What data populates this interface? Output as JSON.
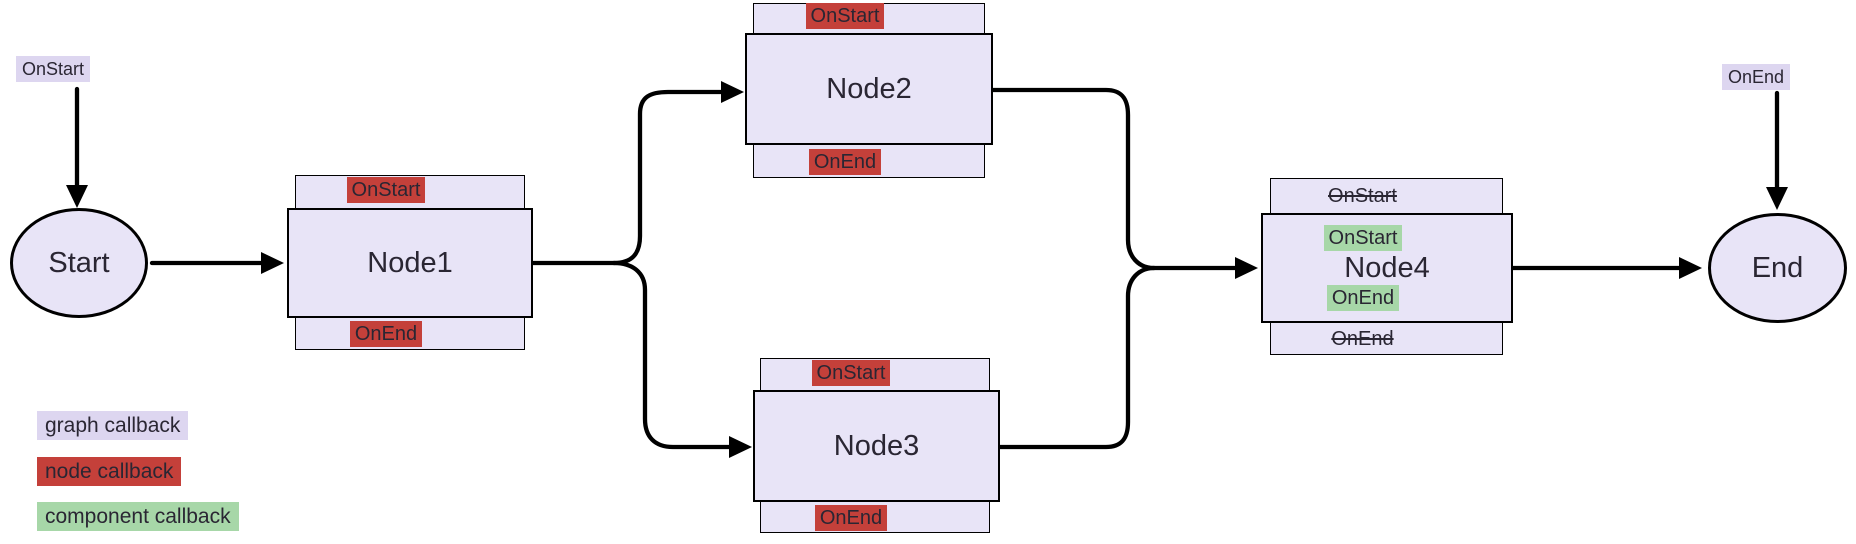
{
  "colors": {
    "node_fill": "#E8E4F7",
    "graph_cb": "#DDD6F0",
    "node_cb": "#C4403A",
    "component_cb": "#A7D7A8",
    "stroke": "#000000",
    "text": "#2A2633"
  },
  "graph_callbacks": {
    "on_start": "OnStart",
    "on_end": "OnEnd"
  },
  "terminals": {
    "start": "Start",
    "end": "End"
  },
  "nodes": {
    "node1": {
      "title": "Node1",
      "on_start": "OnStart",
      "on_end": "OnEnd"
    },
    "node2": {
      "title": "Node2",
      "on_start": "OnStart",
      "on_end": "OnEnd"
    },
    "node3": {
      "title": "Node3",
      "on_start": "OnStart",
      "on_end": "OnEnd"
    },
    "node4": {
      "title": "Node4",
      "skipped_on_start": "OnStart",
      "skipped_on_end": "OnEnd",
      "component_on_start": "OnStart",
      "component_on_end": "OnEnd"
    }
  },
  "legend": {
    "graph": "graph callback",
    "node": "node callback",
    "component": "component callback"
  }
}
